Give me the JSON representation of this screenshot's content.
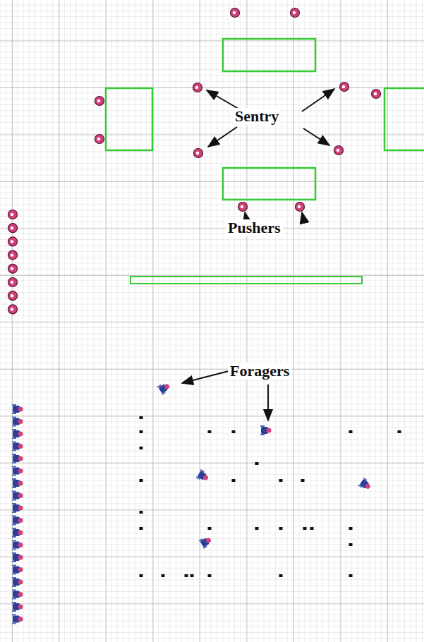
{
  "diagram": {
    "labels": [
      "Sentry",
      "Pushers",
      "Foragers"
    ]
  }
}
